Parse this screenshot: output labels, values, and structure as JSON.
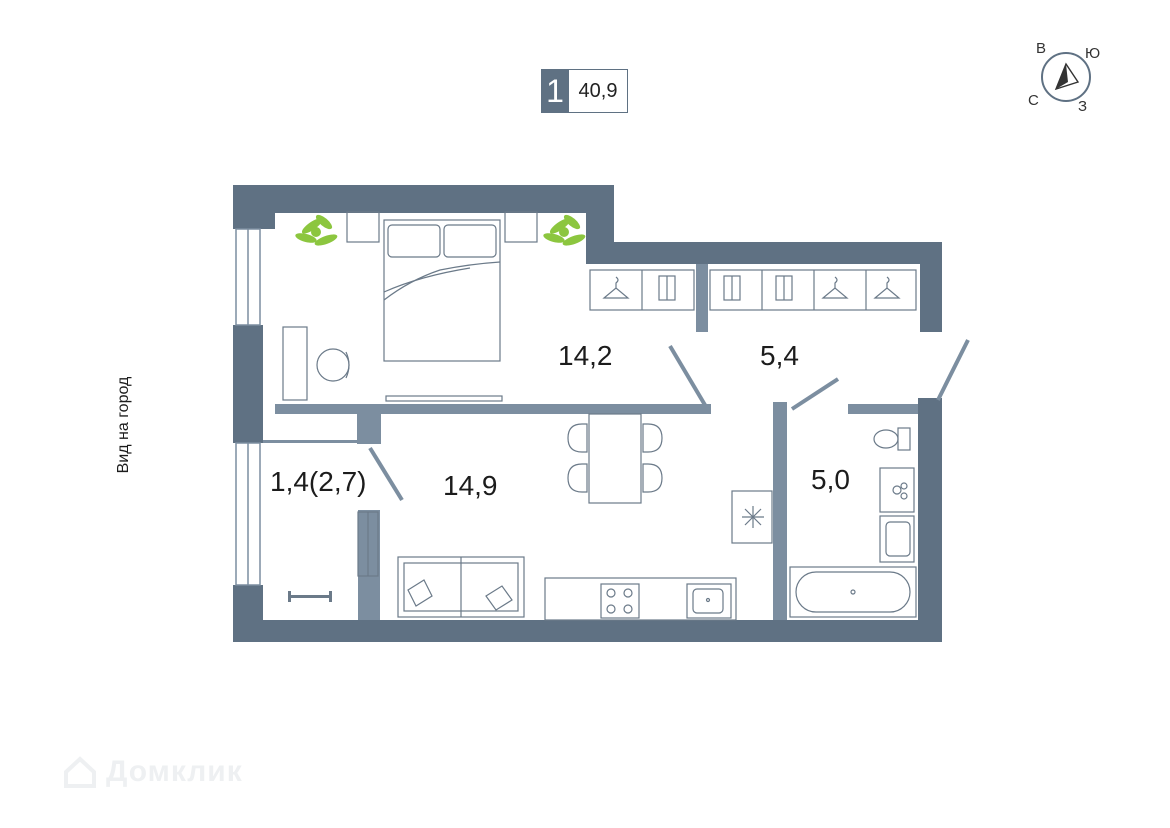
{
  "apartment": {
    "rooms": "1",
    "total_area": "40,9"
  },
  "rooms": {
    "bedroom": "14,2",
    "wardrobe": "5,4",
    "living": "14,9",
    "bathroom": "5,0",
    "balcony": "1,4(2,7)"
  },
  "view_label": "Вид на город",
  "compass": {
    "north": "С",
    "east": "В",
    "south": "Ю",
    "west": "З"
  },
  "watermark": "Домклик",
  "colors": {
    "wall": "#5f7183",
    "partition": "#7c8ea0",
    "furniture": "#6b7a89",
    "plant": "#8cc63f",
    "badge": "#5f7183"
  },
  "icons": [
    "compass-icon",
    "plant-icon",
    "bed-icon",
    "hanger-icon",
    "shirt-icon",
    "fridge-icon",
    "hob-icon",
    "sink-icon",
    "toilet-icon",
    "bathtub-icon",
    "sofa-icon",
    "house-icon"
  ]
}
